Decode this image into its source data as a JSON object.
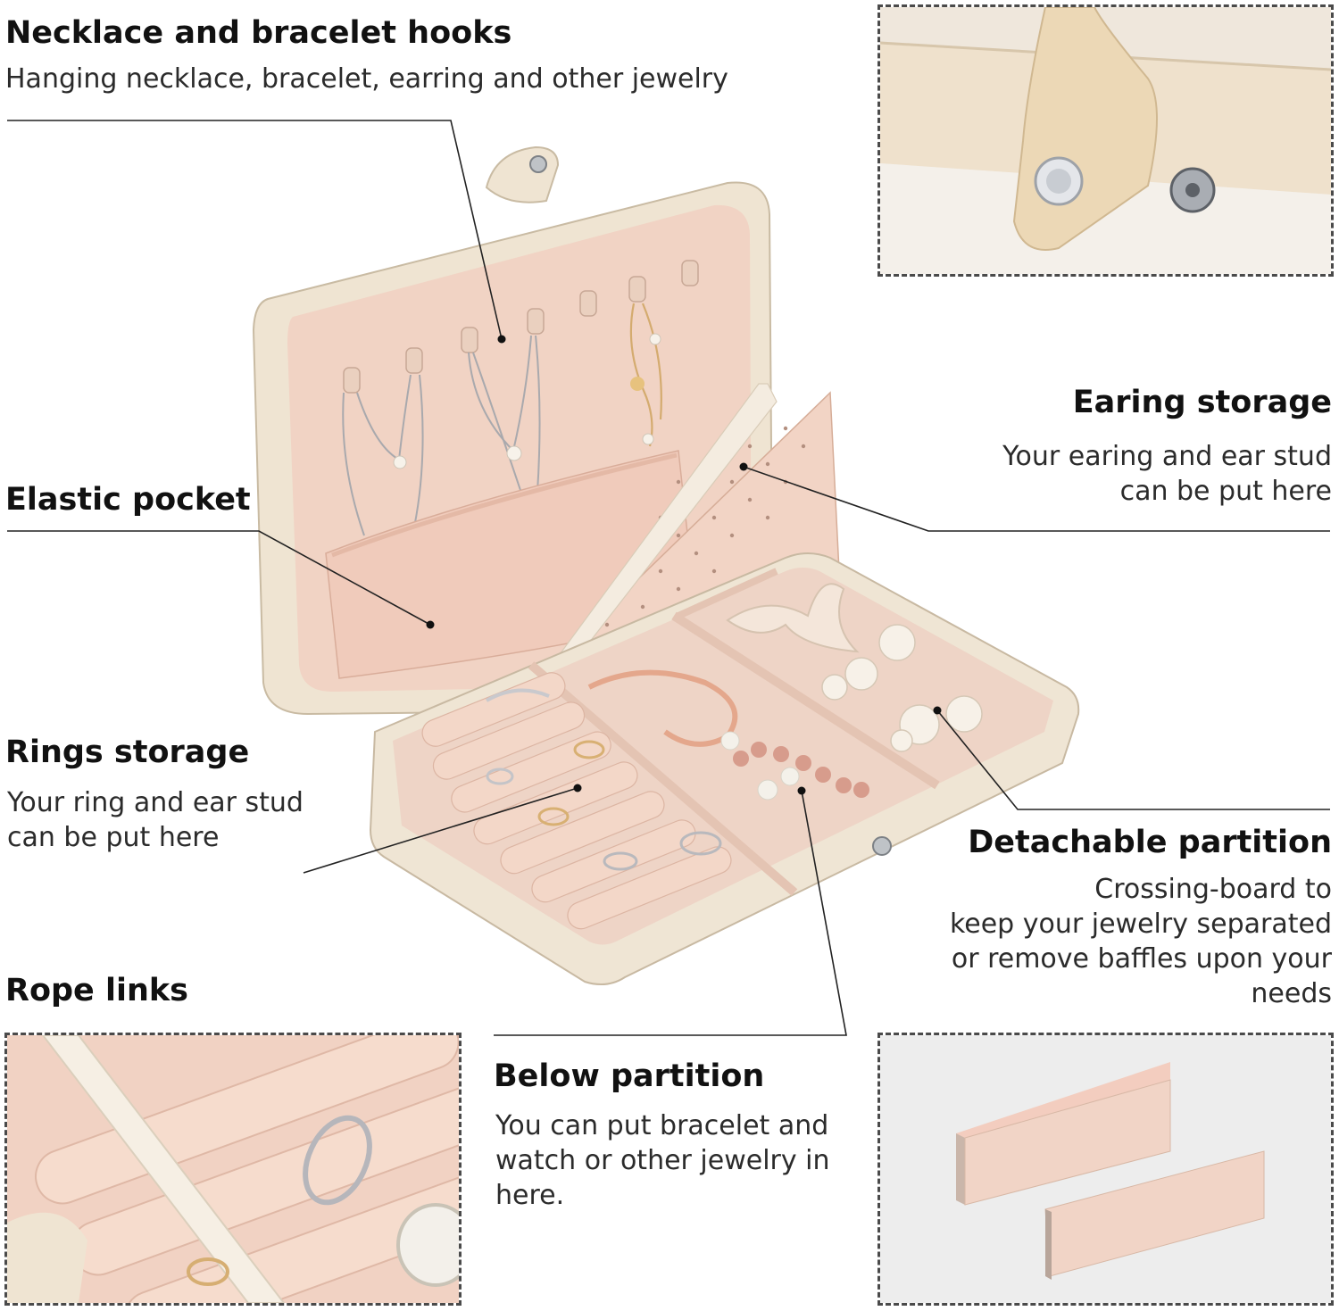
{
  "colors": {
    "cream": "#f0e6d6",
    "velvet_pink": "#efd2c4",
    "accent_text": "#111111"
  },
  "callouts": {
    "necklace": {
      "title": "Necklace and bracelet hooks",
      "desc": "Hanging necklace, bracelet, earring and other jewelry"
    },
    "elastic": {
      "title": "Elastic pocket"
    },
    "rings": {
      "title": "Rings storage",
      "desc_line1": "Your ring and ear stud",
      "desc_line2": "can be put here"
    },
    "rope": {
      "title": "Rope links"
    },
    "earing": {
      "title": "Earing storage",
      "desc_line1": "Your earing and ear stud",
      "desc_line2": "can be put here"
    },
    "detachable": {
      "title": "Detachable partition",
      "desc_line1": "Crossing-board to",
      "desc_line2": "keep your jewelry separated",
      "desc_line3": "or remove baffles upon your",
      "desc_line4": "needs"
    },
    "below": {
      "title": "Below partition",
      "desc_line1": "You can put bracelet and",
      "desc_line2": "watch or other jewelry in",
      "desc_line3": "here."
    }
  },
  "images": {
    "main": "open-jewelry-box-icon",
    "snap_closeup": "snap-button-strap-icon",
    "rope_closeup": "ribbon-ring-rolls-icon",
    "partition_closeup": "partition-boards-icon"
  }
}
